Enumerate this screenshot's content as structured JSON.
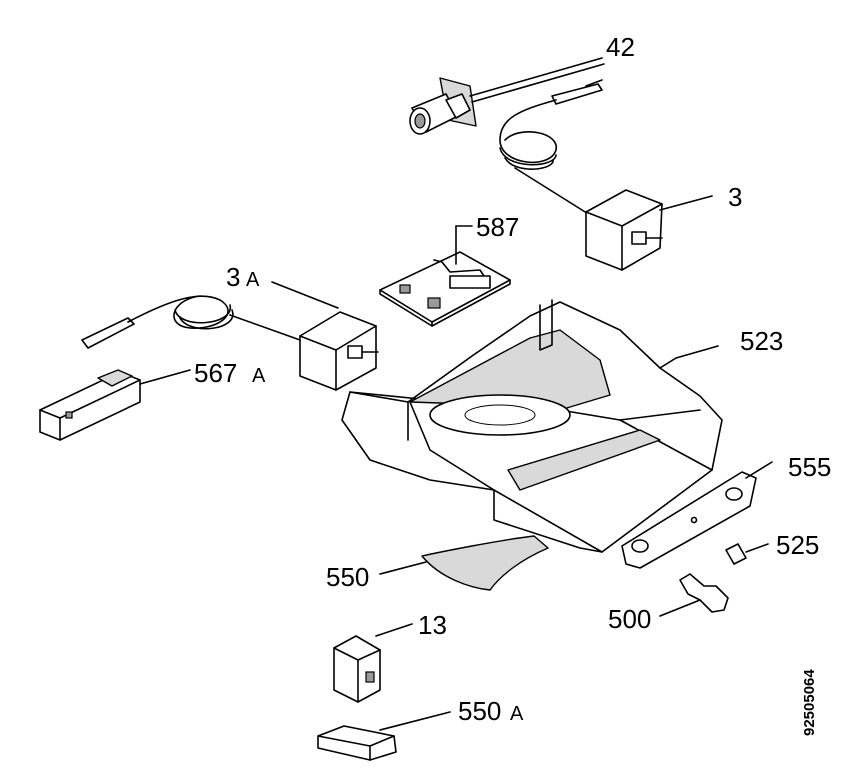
{
  "labels": {
    "p42": "42",
    "p3": "3",
    "p587": "587",
    "p3a_num": "3",
    "p3a_suffix": "A",
    "p523": "523",
    "p567a_num": "567",
    "p567a_suffix": "A",
    "p555": "555",
    "p525": "525",
    "p550": "550",
    "p500": "500",
    "p13": "13",
    "p550a_num": "550",
    "p550a_suffix": "A"
  },
  "document_number": "92505064"
}
